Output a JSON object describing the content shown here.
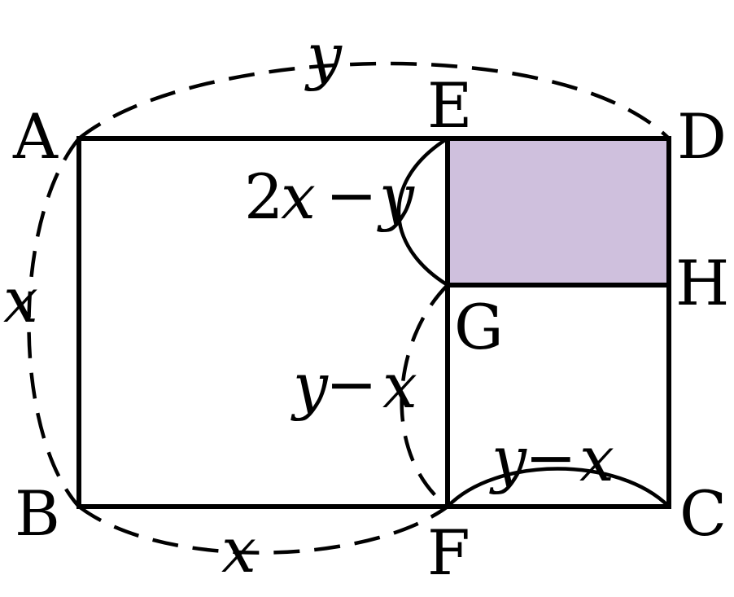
{
  "colors": {
    "shaded": "#cfc0dd",
    "stroke": "#000000"
  },
  "points": {
    "A": "A",
    "B": "B",
    "C": "C",
    "D": "D",
    "E": "E",
    "F": "F",
    "G": "G",
    "H": "H"
  },
  "labels": {
    "top_y": "y",
    "left_x": "x",
    "bottom_x": "x",
    "ge_coef": "2",
    "ge_x": "x",
    "ge_minus": "−",
    "ge_y": "y",
    "gf_y": "y",
    "gf_minus": "−",
    "gf_x": "x",
    "fc_y": "y",
    "fc_minus": "−",
    "fc_x": "x"
  }
}
